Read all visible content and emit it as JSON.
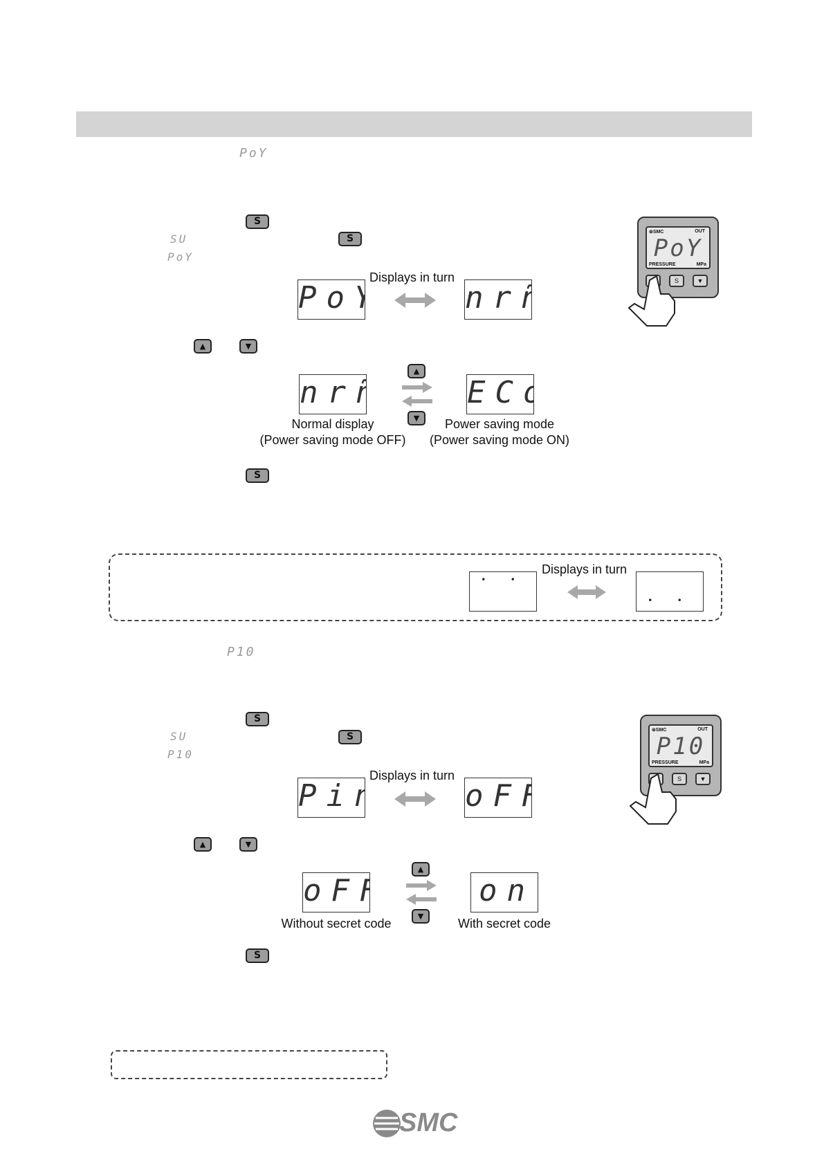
{
  "section1": {
    "item_glyph": "PoY",
    "step1_line1_glyph": "SU",
    "step1_line2_glyph": "PoY",
    "cycle_caption": "Displays in turn",
    "cycle_left_lcd": "PoY",
    "cycle_right_lcd": "nrñ",
    "select_left_lcd": "nrñ",
    "select_right_lcd": "ECo",
    "select_left_caption_1": "Normal display",
    "select_left_caption_2": "(Power saving mode OFF)",
    "select_right_caption_1": "Power saving mode",
    "select_right_caption_2": "(Power saving mode ON)",
    "device_reading": "PoY"
  },
  "note_box": {
    "caption": "Displays in turn",
    "left_lcd": "•   •",
    "right_lcd": "•   •"
  },
  "section2": {
    "item_glyph": "P10",
    "step1_line1_glyph": "SU",
    "step1_line2_glyph": "P10",
    "cycle_caption": "Displays in turn",
    "cycle_left_lcd": "Pin",
    "cycle_right_lcd": "oFF",
    "select_left_lcd": "oFF",
    "select_right_lcd": "on",
    "select_left_caption": "Without secret code",
    "select_right_caption": "With secret code",
    "device_reading": "P10"
  },
  "keys": {
    "set": "S",
    "up": "▲",
    "down": "▼"
  },
  "device": {
    "brand": "⊜SMC",
    "out": "OUT",
    "pressure": "PRESSURE",
    "unit": "MPa"
  },
  "footer": {
    "logo": "SMC"
  }
}
